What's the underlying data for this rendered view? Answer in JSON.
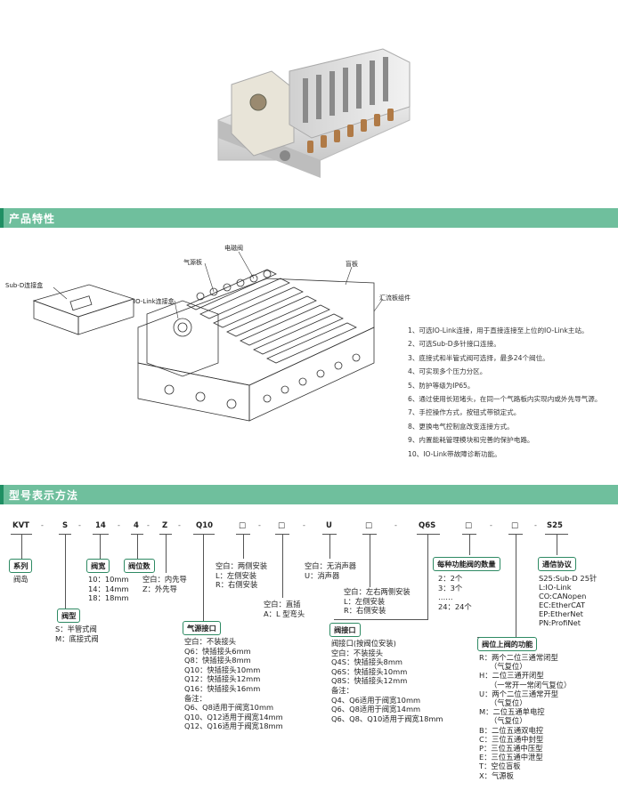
{
  "sections": {
    "features_title": "产品特性",
    "model_title": "型号表示方法"
  },
  "diagram_labels": {
    "solenoid": "电磁阀",
    "air_plate": "气源板",
    "blind_plate": "盲板",
    "subd_box": "Sub-D连接盒",
    "iolink_box": "IO-Link连接盒",
    "manifold": "汇流板组件"
  },
  "features": [
    "1、可选IO-Link连接，用于直接连接至上位的IO-Link主站。",
    "2、可选Sub-D多针接口连接。",
    "3、底接式和半管式阀可选择，最多24个阀位。",
    "4、可实现多个压力分区。",
    "5、防护等级为IP65。",
    "6、通过使用长短堵头，在同一个气路板内实现内或外先导气源。",
    "7、手控操作方式，按钮式带锁定式。",
    "8、更换电气控制盒改变连接方式。",
    "9、内置能耗管理模块和完善的保护电路。",
    "10、IO-Link带故障诊断功能。"
  ],
  "code": {
    "kvt": "KVT",
    "s": "S",
    "width": "14",
    "pos": "4",
    "z": "Z",
    "q10": "Q10",
    "blank1": "□",
    "blank2": "□",
    "u": "U",
    "blank3": "□",
    "q6s": "Q6S",
    "blank4": "□",
    "blank5": "□",
    "s25": "S25",
    "dash": "-"
  },
  "series": {
    "title": "系列",
    "value": "阀岛"
  },
  "valve_type": {
    "title": "阀型",
    "lines": [
      "S：半管式阀",
      "M：底接式阀"
    ]
  },
  "valve_width": {
    "title": "阀宽",
    "lines": [
      "10：10mm",
      "14：14mm",
      "18：18mm"
    ]
  },
  "valve_count": {
    "title": "阀位数"
  },
  "pilot": {
    "lines": [
      "空白：内先导",
      "Z：外先导"
    ]
  },
  "air_port": {
    "title": "气源接口",
    "lines": [
      "空白：不装接头",
      "Q6：快插接头6mm",
      "Q8：快插接头8mm",
      "Q10：快插接头10mm",
      "Q12：快插接头12mm",
      "Q16：快插接头16mm",
      "备注：",
      "Q6、Q8适用于阀宽10mm",
      "Q10、Q12适用于阀宽14mm",
      "Q12、Q16适用于阀宽18mm"
    ]
  },
  "install1": {
    "lines": [
      "空白：两侧安装",
      "L：左侧安装",
      "R：右侧安装"
    ]
  },
  "connect": {
    "lines": [
      "空白：直插",
      "A：L 型弯头"
    ]
  },
  "silencer": {
    "lines": [
      "空白：无消声器",
      "U：消声器"
    ]
  },
  "install2": {
    "lines": [
      "空白：左右两侧安装",
      "L：左侧安装",
      "R：右侧安装"
    ]
  },
  "valve_port": {
    "title": "阀接口",
    "lines": [
      "阀接口(按阀位安装)",
      "空白：不装接头",
      "Q4S：快插接头8mm",
      "Q6S：快插接头10mm",
      "Q8S：快插接头12mm",
      "备注：",
      "Q4、Q6适用于阀宽10mm",
      "Q6、Q8适用于阀宽14mm",
      "Q6、Q8、Q10适用于阀宽18mm"
    ]
  },
  "func_count": {
    "title": "每种功能阀的数量",
    "lines": [
      "2：2个",
      "3：3个",
      "……",
      "24：24个"
    ]
  },
  "protocol": {
    "title": "通信协议",
    "lines": [
      "S25:Sub-D 25针",
      "L:IO-Link",
      "CO:CANopen",
      "EC:EtherCAT",
      "EP:EtherNet",
      "PN:ProfiNet"
    ]
  },
  "valve_func": {
    "title": "阀位上阀的功能",
    "lines": [
      "R：两个二位三通常闭型",
      "（气复位）",
      "H：二位三通开闭型",
      "（一常开一常闭气复位）",
      "U：两个二位三通常开型",
      "（气复位）",
      "M：二位五通单电控",
      "（气复位）",
      "B：二位五通双电控",
      "C：三位五通中封型",
      "P：三位五通中压型",
      "E：三位五通中泄型",
      "T：空位盲板",
      "X：气源板"
    ]
  }
}
